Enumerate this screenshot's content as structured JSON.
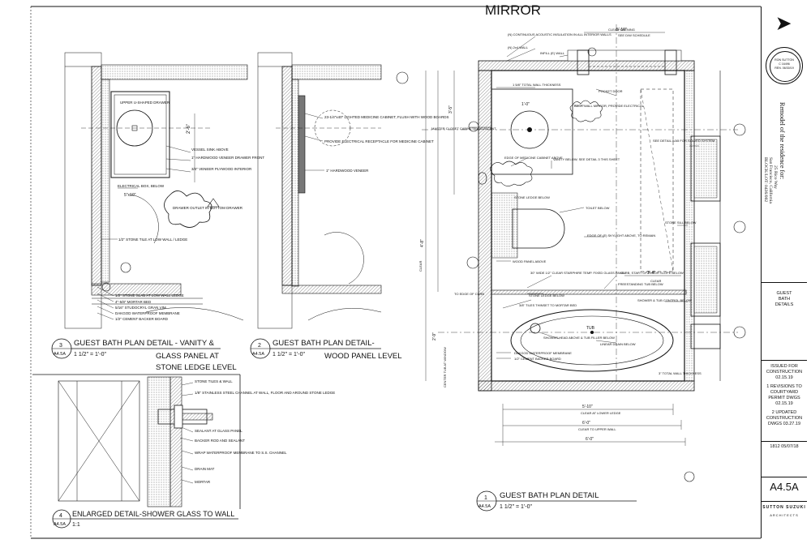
{
  "drawing": {
    "top_title": "MIRROR",
    "details": [
      {
        "num": "3",
        "sheet": "A4.5A",
        "title_line1": "GUEST BATH PLAN DETAIL - VANITY &",
        "title_line2": "GLASS PANEL AT",
        "title_line3": "STONE LEDGE LEVEL",
        "scale": "1 1/2\" = 1'-0\""
      },
      {
        "num": "2",
        "sheet": "A4.5A",
        "title_line1": "GUEST BATH PLAN DETAIL-",
        "title_line2": "WOOD PANEL LEVEL",
        "scale": "1 1/2\" = 1'-0\""
      },
      {
        "num": "1",
        "sheet": "A4.5A",
        "title_line1": "GUEST BATH PLAN DETAIL",
        "scale": "1 1/2\" = 1'-0\""
      },
      {
        "num": "4",
        "sheet": "A4.5A",
        "title_line1": "ENLARGED DETAIL-SHOWER GLASS TO WALL",
        "scale": "1:1"
      }
    ],
    "notes_vanity": [
      "UPPER U-SHAPED DRAWER",
      "VESSEL SINK ABOVE",
      "1\" HARDWOOD VENEER DRAWER FRONT",
      "3/4\" VENEER PLYWOOD INTERIOR",
      "ELECTRICAL BOX, BELOW",
      "DRAWER OUTLET IN BOTTOM DRAWER",
      "1/2\" STONE TILE AT LOW WALL / LEDGE",
      "1/2\" STONE SLAB AT LOW WALL LEDGE",
      "4\"-5/8\" MORTAR BED",
      "5/16\" STUDOCRYL GRAN VIM",
      "DAKGOD WATERPROOF MEMBRANE",
      "1/2\" CEMENT BACKER BOARD"
    ],
    "notes_wood": [
      "23-1/4\"x40\" LIGHTED MEDICINE CABINET, FLUSH WITH WOOD BOARDS",
      "PROVIDE ELECTRICAL RECEPTACLE FOR MEDICINE CABINET",
      "1\" HARDWOOD VENEER"
    ],
    "notes_plan": [
      "(N) CONTINUOUS ACOUSTIC INSULATION IN ALL INTERIOR WALLS",
      "(N) 2x4 WALL",
      "INFILL (E) WALL",
      "CLEAR OPENING",
      "SEE D/W SCHEDULE",
      "POCKET DOOR",
      "1 5/8\" TOTAL WALL THICKNESS",
      "BACK WALL MIRROR, PROVIDE ELECTRICAL",
      "MASTER CLOSET CABINETRY ADJACENT",
      "EDGE OF MEDICINE CABINET ABOVE",
      "VANITY BELOW, SEE DETAIL 3 THIS SHEET",
      "STONE LEDGE BELOW",
      "TOILET BELOW",
      "EDGE OF (E) SKYLIGHT ABOVE, TO REMAIN",
      "WOOD PANEL ABOVE",
      "30\" WIDE 1/2\" CLEAR STARPHIRE TEMP. FIXED GLASS PANEL",
      "CURB, START OF FLOOR SLOPE BELOW",
      "FREESTANDING TUB BELOW",
      "STONE LEDGE BELOW",
      "3/8\" TILES THINSET TO MORTAR BED",
      "SHOWER HEAD ABOVE & TUB FILLER BELOW",
      "LINEAR DRAIN BELOW",
      "DAKGOD WATERPROOF MEMBRANE",
      "1/2\" CEMENT BACKER BOARD",
      "SHOWER & TUB CONTROL BELOW",
      "SEE DETAIL A/A5 FOR SOLVED SYSTEM",
      "STONE SILL BELOW",
      "3\" TOTAL WALL THICKNESS",
      "TO EDGE OF CURB",
      "CENTER TUB AT WINDOW"
    ],
    "notes_glass": [
      "STONE TILES & WALL",
      "1/8\" STAINLESS STEEL CHANNEL AT WALL, FLOOR AND AROUND STONE LEDGE",
      "SEALANT AT GLASS PANEL",
      "BACKER ROD AND SEALANT",
      "WRAP WATERPROOF MEMBRANE TO S.S. CHANNEL",
      "DRAIN MAT",
      "MORTAR"
    ],
    "dimensions": [
      "4'-8\"",
      "5'-10\"",
      "6'-0\"",
      "3'-4\"",
      "2'-9\"",
      "3'-5\"",
      "1'-0\"",
      "5'-10\"",
      "6'-0\""
    ],
    "dim_labels": [
      "CLEAR AT LOWER LEDGE",
      "CLEAR TO UPPER WALL",
      "CLEAR",
      "CLEAR"
    ],
    "center_label": "TUB"
  },
  "title_block": {
    "stamp_name": "RON SUTTON",
    "stamp_license": "C 16496",
    "stamp_exp": "REN. 06/30/19",
    "project_title": "Remodel of the residence for:",
    "address_line1": "25 Rico Way",
    "address_line2": "San Francisco, California",
    "address_line3": "BLOCK/LOT: 0436/002",
    "sheet_desc_line1": "GUEST",
    "sheet_desc_line2": "BATH",
    "sheet_desc_line3": "DETAILS",
    "issue_line1": "ISSUED FOR",
    "issue_line2": "CONSTRUCTION",
    "issue_line3": "02.15.19",
    "rev1": "1 REVISIONS TO COURTYARD PERMIT DWGS 02.15.19",
    "rev2": "2 UPDATED CONSTRUCTION DWGS 03.27.19",
    "job_no": "1812 05/07/18",
    "sheet_number": "A4.5A",
    "firm_name": "SUTTON SUZUKI",
    "firm_sub": "ARCHITECTS"
  },
  "colors": {
    "line": "#111111",
    "paper": "#ffffff",
    "hatch": "#555555"
  }
}
